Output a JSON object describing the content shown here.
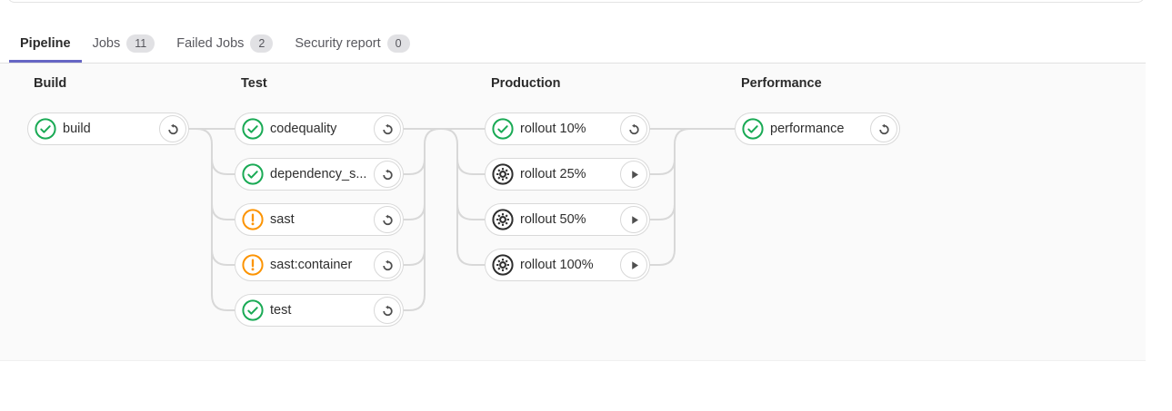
{
  "tabs": [
    {
      "label": "Pipeline",
      "active": true
    },
    {
      "label": "Jobs",
      "badge": "11"
    },
    {
      "label": "Failed Jobs",
      "badge": "2"
    },
    {
      "label": "Security report",
      "badge": "0"
    }
  ],
  "stages": [
    {
      "title": "Build",
      "jobs": [
        {
          "name": "build",
          "status": "success",
          "action": "retry"
        }
      ]
    },
    {
      "title": "Test",
      "jobs": [
        {
          "name": "codequality",
          "status": "success",
          "action": "retry"
        },
        {
          "name": "dependency_s...",
          "status": "success",
          "action": "retry"
        },
        {
          "name": "sast",
          "status": "warning",
          "action": "retry"
        },
        {
          "name": "sast:container",
          "status": "warning",
          "action": "retry"
        },
        {
          "name": "test",
          "status": "success",
          "action": "retry"
        }
      ]
    },
    {
      "title": "Production",
      "jobs": [
        {
          "name": "rollout 10%",
          "status": "success",
          "action": "retry"
        },
        {
          "name": "rollout 25%",
          "status": "manual",
          "action": "play"
        },
        {
          "name": "rollout 50%",
          "status": "manual",
          "action": "play"
        },
        {
          "name": "rollout 100%",
          "status": "manual",
          "action": "play"
        }
      ]
    },
    {
      "title": "Performance",
      "jobs": [
        {
          "name": "performance",
          "status": "success",
          "action": "retry"
        }
      ]
    }
  ],
  "colors": {
    "accent": "#6666c4",
    "success": "#1aaa55",
    "warning": "#fc9403",
    "manual": "#2e2e2e"
  }
}
